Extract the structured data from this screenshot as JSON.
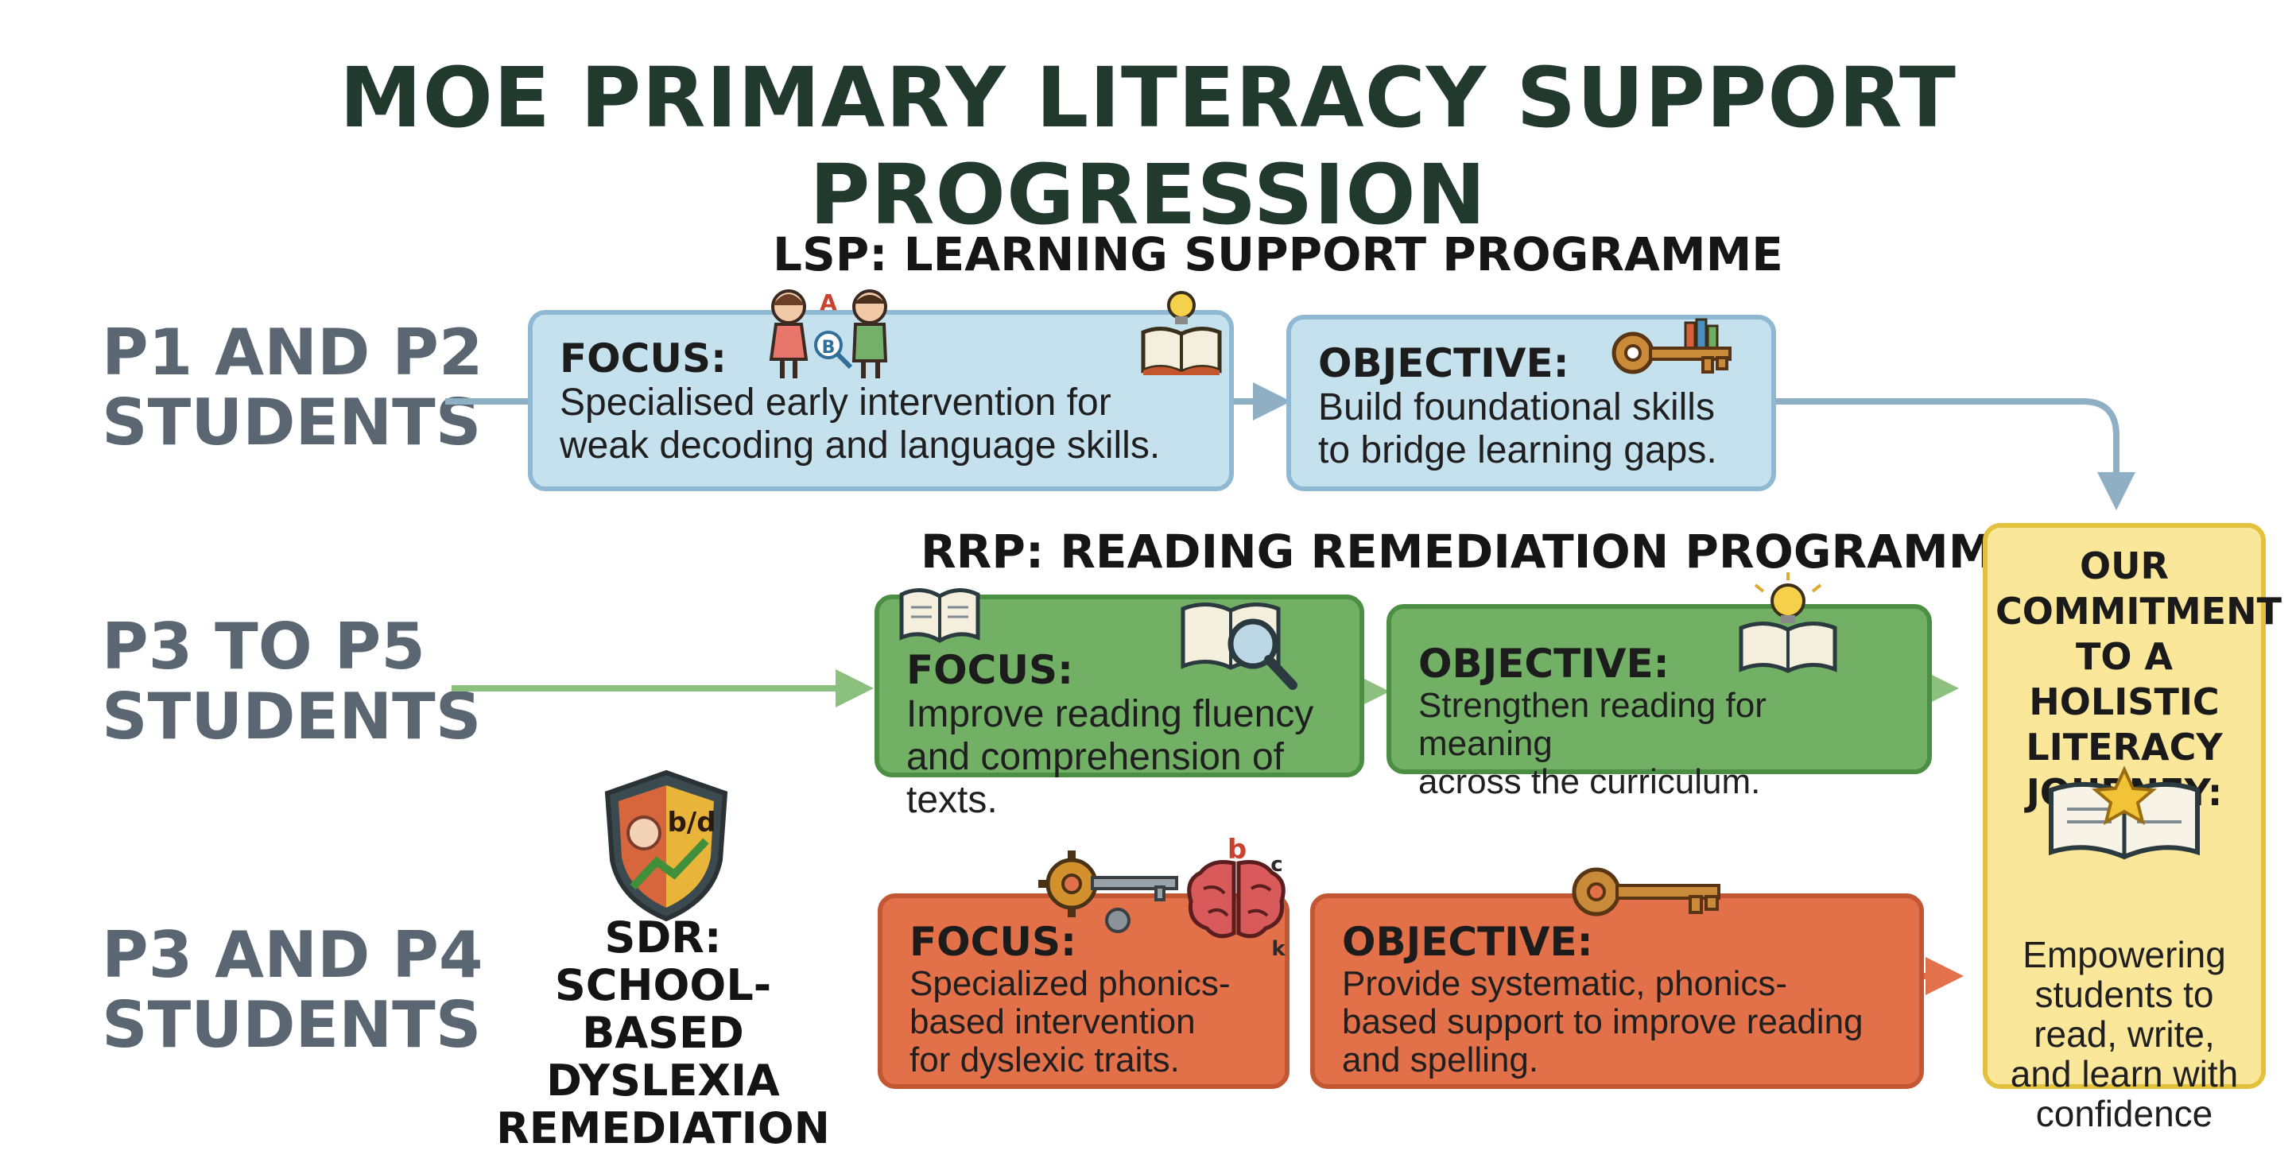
{
  "title": "MOE PRIMARY LITERACY SUPPORT PROGRESSION",
  "programmes": {
    "lsp": {
      "heading": "LSP: LEARNING SUPPORT PROGRAMME",
      "row_label_line1": "P1 AND P2",
      "row_label_line2": "STUDENTS",
      "focus_label": "FOCUS:",
      "focus_line1": "Specialised early intervention for",
      "focus_line2": "weak decoding and language skills.",
      "objective_label": "OBJECTIVE:",
      "objective_line1": "Build foundational skills",
      "objective_line2": "to bridge learning gaps."
    },
    "rrp": {
      "heading": "RRP: READING REMEDIATION PROGRAMME",
      "row_label_line1": "P3 TO P5",
      "row_label_line2": "STUDENTS",
      "focus_label": "FOCUS:",
      "focus_line1": "Improve reading fluency",
      "focus_line2": "and comprehension of texts.",
      "objective_label": "OBJECTIVE:",
      "objective_line1": "Strengthen reading for meaning",
      "objective_line2": "across the curriculum."
    },
    "sdr": {
      "row_label_line1": "P3 AND P4",
      "row_label_line2": "STUDENTS",
      "name_line1": "SDR:",
      "name_line2": "SCHOOL-BASED",
      "name_line3": "DYSLEXIA",
      "name_line4": "REMEDIATION",
      "shield_text": "b/d",
      "focus_label": "FOCUS:",
      "focus_line1": "Specialized phonics-",
      "focus_line2": "based intervention",
      "focus_line3": "for dyslexic traits.",
      "objective_label": "OBJECTIVE:",
      "objective_line1": "Provide systematic, phonics-",
      "objective_line2": "based support to improve reading",
      "objective_line3": "and spelling."
    }
  },
  "commitment": {
    "title_lines": [
      "OUR",
      "COMMITMENT",
      "TO A HOLISTIC",
      "LITERACY",
      "JOURNEY:"
    ],
    "text_lines": [
      "Empowering",
      "students to",
      "read, write,",
      "and learn with",
      "confidence"
    ]
  },
  "icon_letters": {
    "a": "A",
    "b": "B",
    "small_b": "b",
    "small_c": "c",
    "small_k": "k"
  },
  "icons": {
    "kids": "children-reading-icon",
    "book_bulb": "open-book-lightbulb-icon",
    "key_books": "key-and-books-icon",
    "book": "open-book-icon",
    "magnifier": "magnifying-glass-book-icon",
    "shield": "dyslexia-shield-icon",
    "gears_key": "gears-key-icon",
    "brain": "brain-letters-icon",
    "key": "key-icon",
    "star_book": "star-book-icon"
  },
  "colors": {
    "title": "#22392e",
    "row_label": "#5a6773",
    "lsp_fill": "#c6e1ee",
    "rrp_fill": "#72b065",
    "sdr_fill": "#e27048",
    "commitment_fill": "#fbe79a",
    "lsp_arrow": "#8fb0c4",
    "rrp_arrow": "#8cc07e",
    "sdr_arrow": "#e2714c"
  }
}
